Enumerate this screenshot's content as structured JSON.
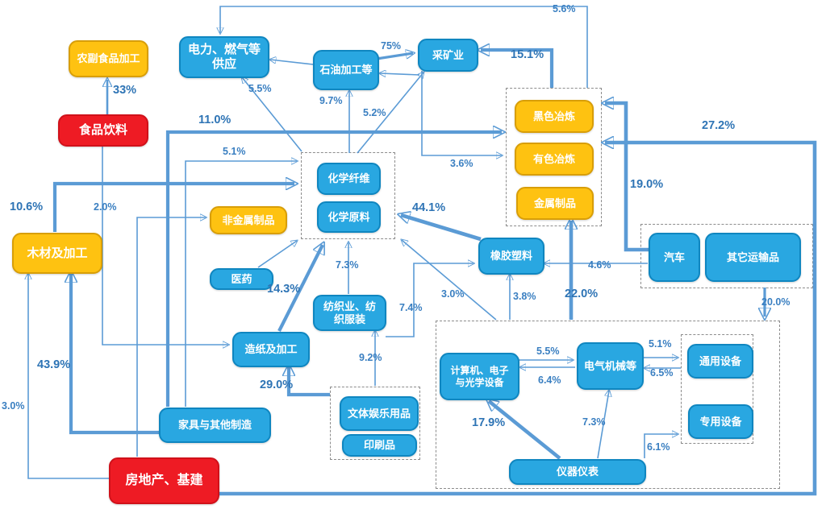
{
  "diagram": {
    "description": "Industry input-output flow diagram",
    "colors": {
      "node_blue": "#29A7E1",
      "node_blue_border": "#0F86C0",
      "node_yellow": "#FEC211",
      "node_yellow_border": "#D89E08",
      "node_red": "#EE1B24",
      "arrow": "#5B9BD5",
      "percent_label": "#2E74B5",
      "group_border": "#8C8C8C",
      "background": "#FFFFFF"
    }
  },
  "nodes": [
    {
      "id": "agri-food-processing",
      "label": "农副食品加工",
      "color": "yellow"
    },
    {
      "id": "food-beverage",
      "label": "食品饮料",
      "color": "red"
    },
    {
      "id": "power-gas-supply",
      "label": "电力、燃气等\n供应",
      "color": "blue"
    },
    {
      "id": "petroleum-processing",
      "label": "石油加工等",
      "color": "blue"
    },
    {
      "id": "mining",
      "label": "采矿业",
      "color": "blue"
    },
    {
      "id": "ferrous-smelting",
      "label": "黑色冶炼",
      "color": "yellow"
    },
    {
      "id": "nonferrous-smelting",
      "label": "有色冶炼",
      "color": "yellow"
    },
    {
      "id": "metal-products",
      "label": "金属制品",
      "color": "yellow"
    },
    {
      "id": "chemical-fiber",
      "label": "化学纤维",
      "color": "blue"
    },
    {
      "id": "chemical-materials",
      "label": "化学原料",
      "color": "blue"
    },
    {
      "id": "nonmetal-products",
      "label": "非金属制品",
      "color": "yellow"
    },
    {
      "id": "pharmaceuticals",
      "label": "医药",
      "color": "blue"
    },
    {
      "id": "textile-apparel",
      "label": "纺织业、纺\n织服装",
      "color": "blue"
    },
    {
      "id": "wood-processing",
      "label": "木材及加工",
      "color": "yellow"
    },
    {
      "id": "paper-processing",
      "label": "造纸及加工",
      "color": "blue"
    },
    {
      "id": "furniture-other-mfg",
      "label": "家具与其他制造",
      "color": "blue"
    },
    {
      "id": "real-estate-infrastructure",
      "label": "房地产、基建",
      "color": "red"
    },
    {
      "id": "rubber-plastics",
      "label": "橡胶塑料",
      "color": "blue"
    },
    {
      "id": "automobile",
      "label": "汽车",
      "color": "blue"
    },
    {
      "id": "other-transport-equipment",
      "label": "其它运输品",
      "color": "blue"
    },
    {
      "id": "computer-electronics-optics",
      "label": "计算机、电子\n与光学设备",
      "color": "blue"
    },
    {
      "id": "electrical-machinery",
      "label": "电气机械等",
      "color": "blue"
    },
    {
      "id": "general-equipment",
      "label": "通用设备",
      "color": "blue"
    },
    {
      "id": "special-equipment",
      "label": "专用设备",
      "color": "blue"
    },
    {
      "id": "instruments-meters",
      "label": "仪器仪表",
      "color": "blue"
    },
    {
      "id": "culture-entertainment-goods",
      "label": "文体娱乐用品",
      "color": "blue"
    },
    {
      "id": "printed-matter",
      "label": "印刷品",
      "color": "blue"
    }
  ],
  "flow_labels": [
    {
      "text": "33%",
      "bold": true
    },
    {
      "text": "5.6%",
      "bold": false
    },
    {
      "text": "15.1%",
      "bold": true
    },
    {
      "text": "75%",
      "bold": false
    },
    {
      "text": "5.5%",
      "bold": false
    },
    {
      "text": "9.7%",
      "bold": false
    },
    {
      "text": "5.2%",
      "bold": false
    },
    {
      "text": "3.6%",
      "bold": false
    },
    {
      "text": "11.0%",
      "bold": true
    },
    {
      "text": "5.1%",
      "bold": false
    },
    {
      "text": "27.2%",
      "bold": true
    },
    {
      "text": "19.0%",
      "bold": true
    },
    {
      "text": "10.6%",
      "bold": true
    },
    {
      "text": "2.0%",
      "bold": false
    },
    {
      "text": "44.1%",
      "bold": true
    },
    {
      "text": "7.3%",
      "bold": false
    },
    {
      "text": "14.3%",
      "bold": true
    },
    {
      "text": "3.0%",
      "bold": false
    },
    {
      "text": "7.4%",
      "bold": false
    },
    {
      "text": "3.8%",
      "bold": false
    },
    {
      "text": "22.0%",
      "bold": true
    },
    {
      "text": "4.6%",
      "bold": false
    },
    {
      "text": "20.0%",
      "bold": false
    },
    {
      "text": "43.9%",
      "bold": true
    },
    {
      "text": "3.0%",
      "bold": false
    },
    {
      "text": "29.0%",
      "bold": true
    },
    {
      "text": "9.2%",
      "bold": false
    },
    {
      "text": "5.5%",
      "bold": false
    },
    {
      "text": "6.4%",
      "bold": false
    },
    {
      "text": "5.1%",
      "bold": false
    },
    {
      "text": "6.5%",
      "bold": false
    },
    {
      "text": "7.3%",
      "bold": false
    },
    {
      "text": "17.9%",
      "bold": true
    },
    {
      "text": "6.1%",
      "bold": false
    }
  ]
}
